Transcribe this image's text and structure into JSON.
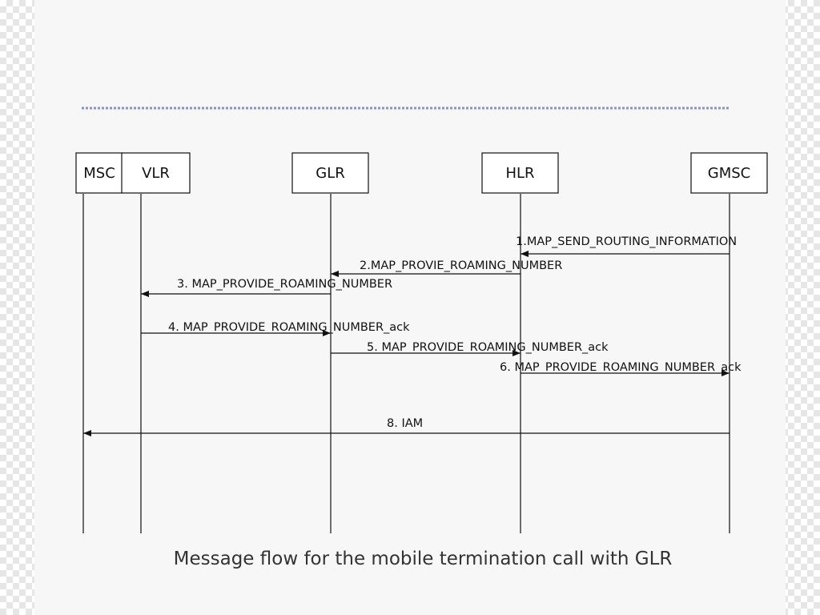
{
  "entities": [
    {
      "id": "msc",
      "label": "MSC"
    },
    {
      "id": "vlr",
      "label": "VLR"
    },
    {
      "id": "glr",
      "label": "GLR"
    },
    {
      "id": "hlr",
      "label": "HLR"
    },
    {
      "id": "gmsc",
      "label": "GMSC"
    }
  ],
  "messages": [
    {
      "label": "1.MAP_SEND_ROUTING_INFORMATION",
      "from": "gmsc",
      "to": "hlr"
    },
    {
      "label": "2.MAP_PROVIE_ROAMING_NUMBER",
      "from": "hlr",
      "to": "glr"
    },
    {
      "label": "3. MAP_PROVIDE_ROAMING_NUMBER",
      "from": "glr",
      "to": "vlr"
    },
    {
      "label": "4. MAP_PROVIDE_ROAMING_NUMBER_ack",
      "from": "vlr",
      "to": "glr"
    },
    {
      "label": "5. MAP_PROVIDE_ROAMING_NUMBER_ack",
      "from": "glr",
      "to": "hlr"
    },
    {
      "label": "6. MAP_PROVIDE_ROAMING_NUMBER_ack",
      "from": "hlr",
      "to": "gmsc"
    },
    {
      "label": "8. IAM",
      "from": "gmsc",
      "to": "msc"
    }
  ],
  "caption": "Message flow for the mobile termination call with GLR",
  "colors": {
    "divider": "#8c95c2",
    "line": "#111111",
    "slide_background": "#f7f7f7"
  }
}
